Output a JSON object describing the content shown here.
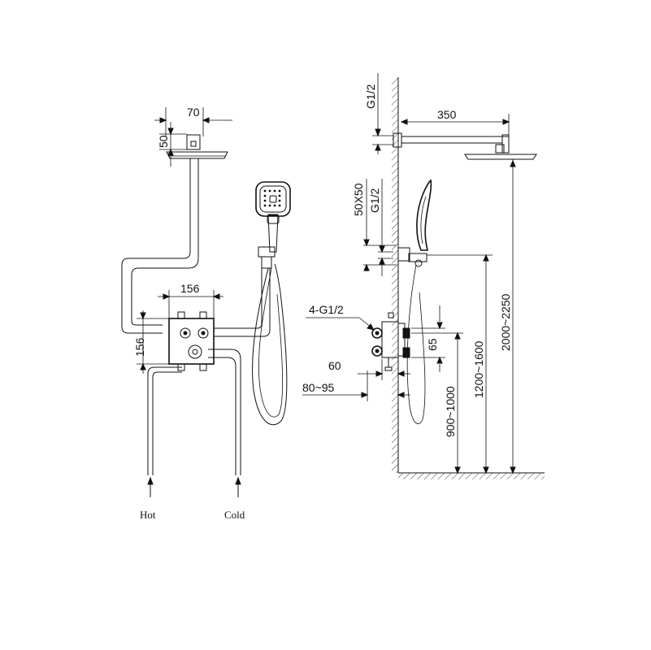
{
  "front_view": {
    "dims": {
      "head_width": "70",
      "head_height": "50",
      "valve_width": "156",
      "valve_height": "156"
    },
    "labels": {
      "hot": "Hot",
      "cold": "Cold"
    }
  },
  "side_view": {
    "dims": {
      "arm_thread": "G1/2",
      "arm_length": "350",
      "holder_size": "50X50",
      "holder_thread": "G1/2",
      "valve_threads": "4-G1/2",
      "valve_spacing": "65",
      "valve_depth": "60",
      "wall_depth": "80~95",
      "valve_height": "900~1000",
      "holder_height": "1200~1600",
      "head_height": "2000~2250"
    }
  }
}
